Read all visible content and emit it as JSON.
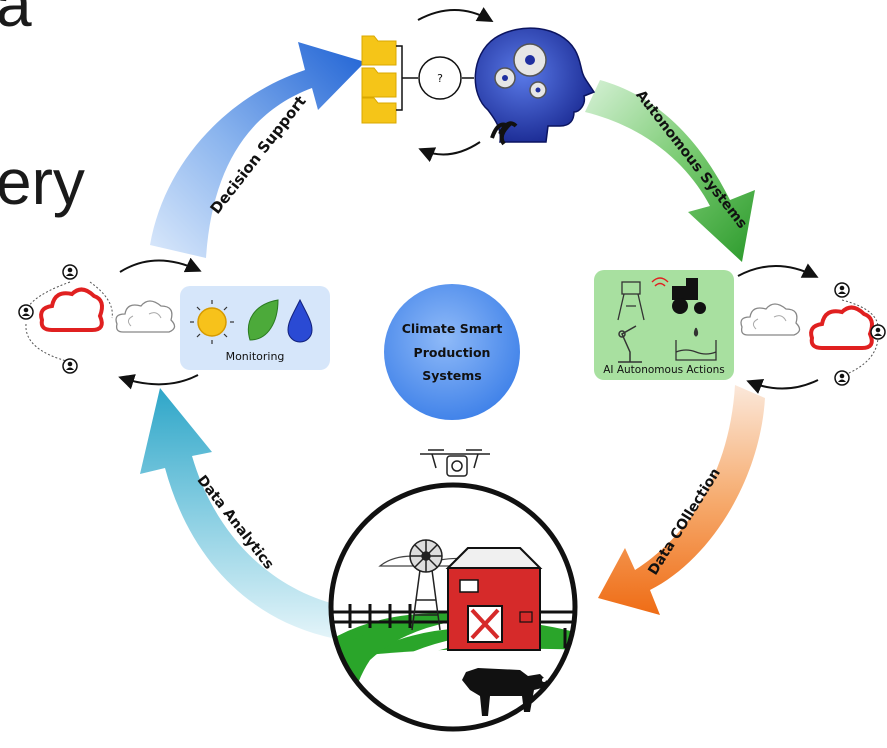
{
  "slide_fragments": {
    "line1": "a",
    "line2": "ery"
  },
  "center": {
    "line1": "Climate Smart",
    "line2": "Production",
    "line3": "Systems"
  },
  "arrows": {
    "decision_support": "Decision Support",
    "autonomous_systems": "Autonomous Systems",
    "data_collection": "Data COllection",
    "data_analytics": "Data Analytics"
  },
  "nodes": {
    "monitoring": "Monitoring",
    "ai_actions": "AI Autonomous Actions",
    "decision_symbol": "?"
  },
  "colors": {
    "decision_support": "#2a6fd6",
    "autonomous_systems": "#3aa23a",
    "data_collection": "#f07a20",
    "data_analytics": "#3fb0d0",
    "center_circle": "#4d8ef0",
    "monitoring_box": "#d6e6fa",
    "ai_box": "#a8e0a0",
    "cloud_red": "#e02020",
    "folder_yellow": "#f5c518",
    "head_blue": "#1f2fa0"
  },
  "icons": [
    "cloud-icon",
    "user-icon",
    "sun-icon",
    "leaf-icon",
    "water-drop-icon",
    "folder-icon",
    "head-gears-icon",
    "gear-icon",
    "tractor-icon",
    "water-tower-icon",
    "robot-arm-icon",
    "wifi-signal-icon",
    "drone-icon",
    "windmill-icon",
    "barn-icon",
    "cow-icon"
  ]
}
